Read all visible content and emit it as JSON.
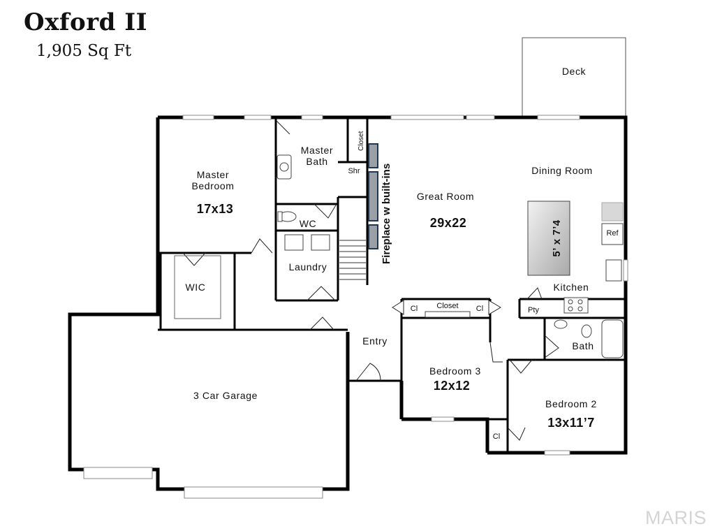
{
  "header": {
    "title": "Oxford II",
    "subtitle": "1,905 Sq Ft"
  },
  "rooms": {
    "deck": "Deck",
    "master_bedroom": "Master\nBedroom",
    "master_bedroom_line1": "Master",
    "master_bedroom_line2": "Bedroom",
    "master_bedroom_dim": "17x13",
    "master_bath_line1": "Master",
    "master_bath_line2": "Bath",
    "closet_master": "Closet",
    "shower": "Shr",
    "wc": "WC",
    "wic": "WIC",
    "laundry": "Laundry",
    "great_room": "Great Room",
    "great_room_dim": "29x22",
    "fireplace": "Fireplace w built-ins",
    "dining_room": "Dining Room",
    "island": "5’ x 7’4",
    "refrigerator": "Ref",
    "kitchen": "Kitchen",
    "pantry": "Pty",
    "closet_hall": "Closet",
    "cl_left": "Cl",
    "cl_right": "Cl",
    "cl_bedroom2": "Cl",
    "entry": "Entry",
    "bath": "Bath",
    "bedroom3": "Bedroom 3",
    "bedroom3_dim": "12x12",
    "bedroom2": "Bedroom 2",
    "bedroom2_dim": "13x11’7",
    "garage": "3 Car Garage"
  },
  "brand": {
    "logo_text": "MARIS"
  },
  "colors": {
    "wall": "#000000",
    "fixture": "#7a7a7a",
    "island_fill": "#c8c8c8",
    "fireplace_fill": "#9aa0a6",
    "fireplace_border": "#1f3550",
    "logo": "#d4d4d4"
  }
}
